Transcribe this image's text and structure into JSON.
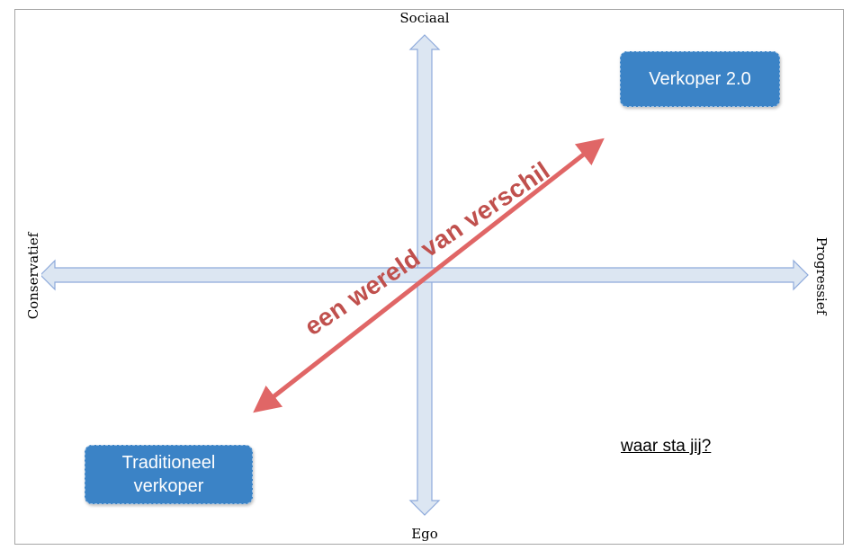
{
  "axes": {
    "top_label": "Sociaal",
    "bottom_label": "Ego",
    "left_label": "Conservatief",
    "right_label": "Progressief"
  },
  "boxes": {
    "top_right": "Verkoper 2.0",
    "bottom_left_line1": "Traditioneel",
    "bottom_left_line2": "verkoper"
  },
  "diagonal_arrow_label": "een wereld van verschil",
  "question": "waar sta jij?",
  "colors": {
    "axis_fill": "#dce6f2",
    "axis_stroke": "#8eaadb",
    "box_fill": "#3b83c6",
    "diagonal_arrow": "#e06666",
    "diagonal_text": "#c0504d"
  }
}
